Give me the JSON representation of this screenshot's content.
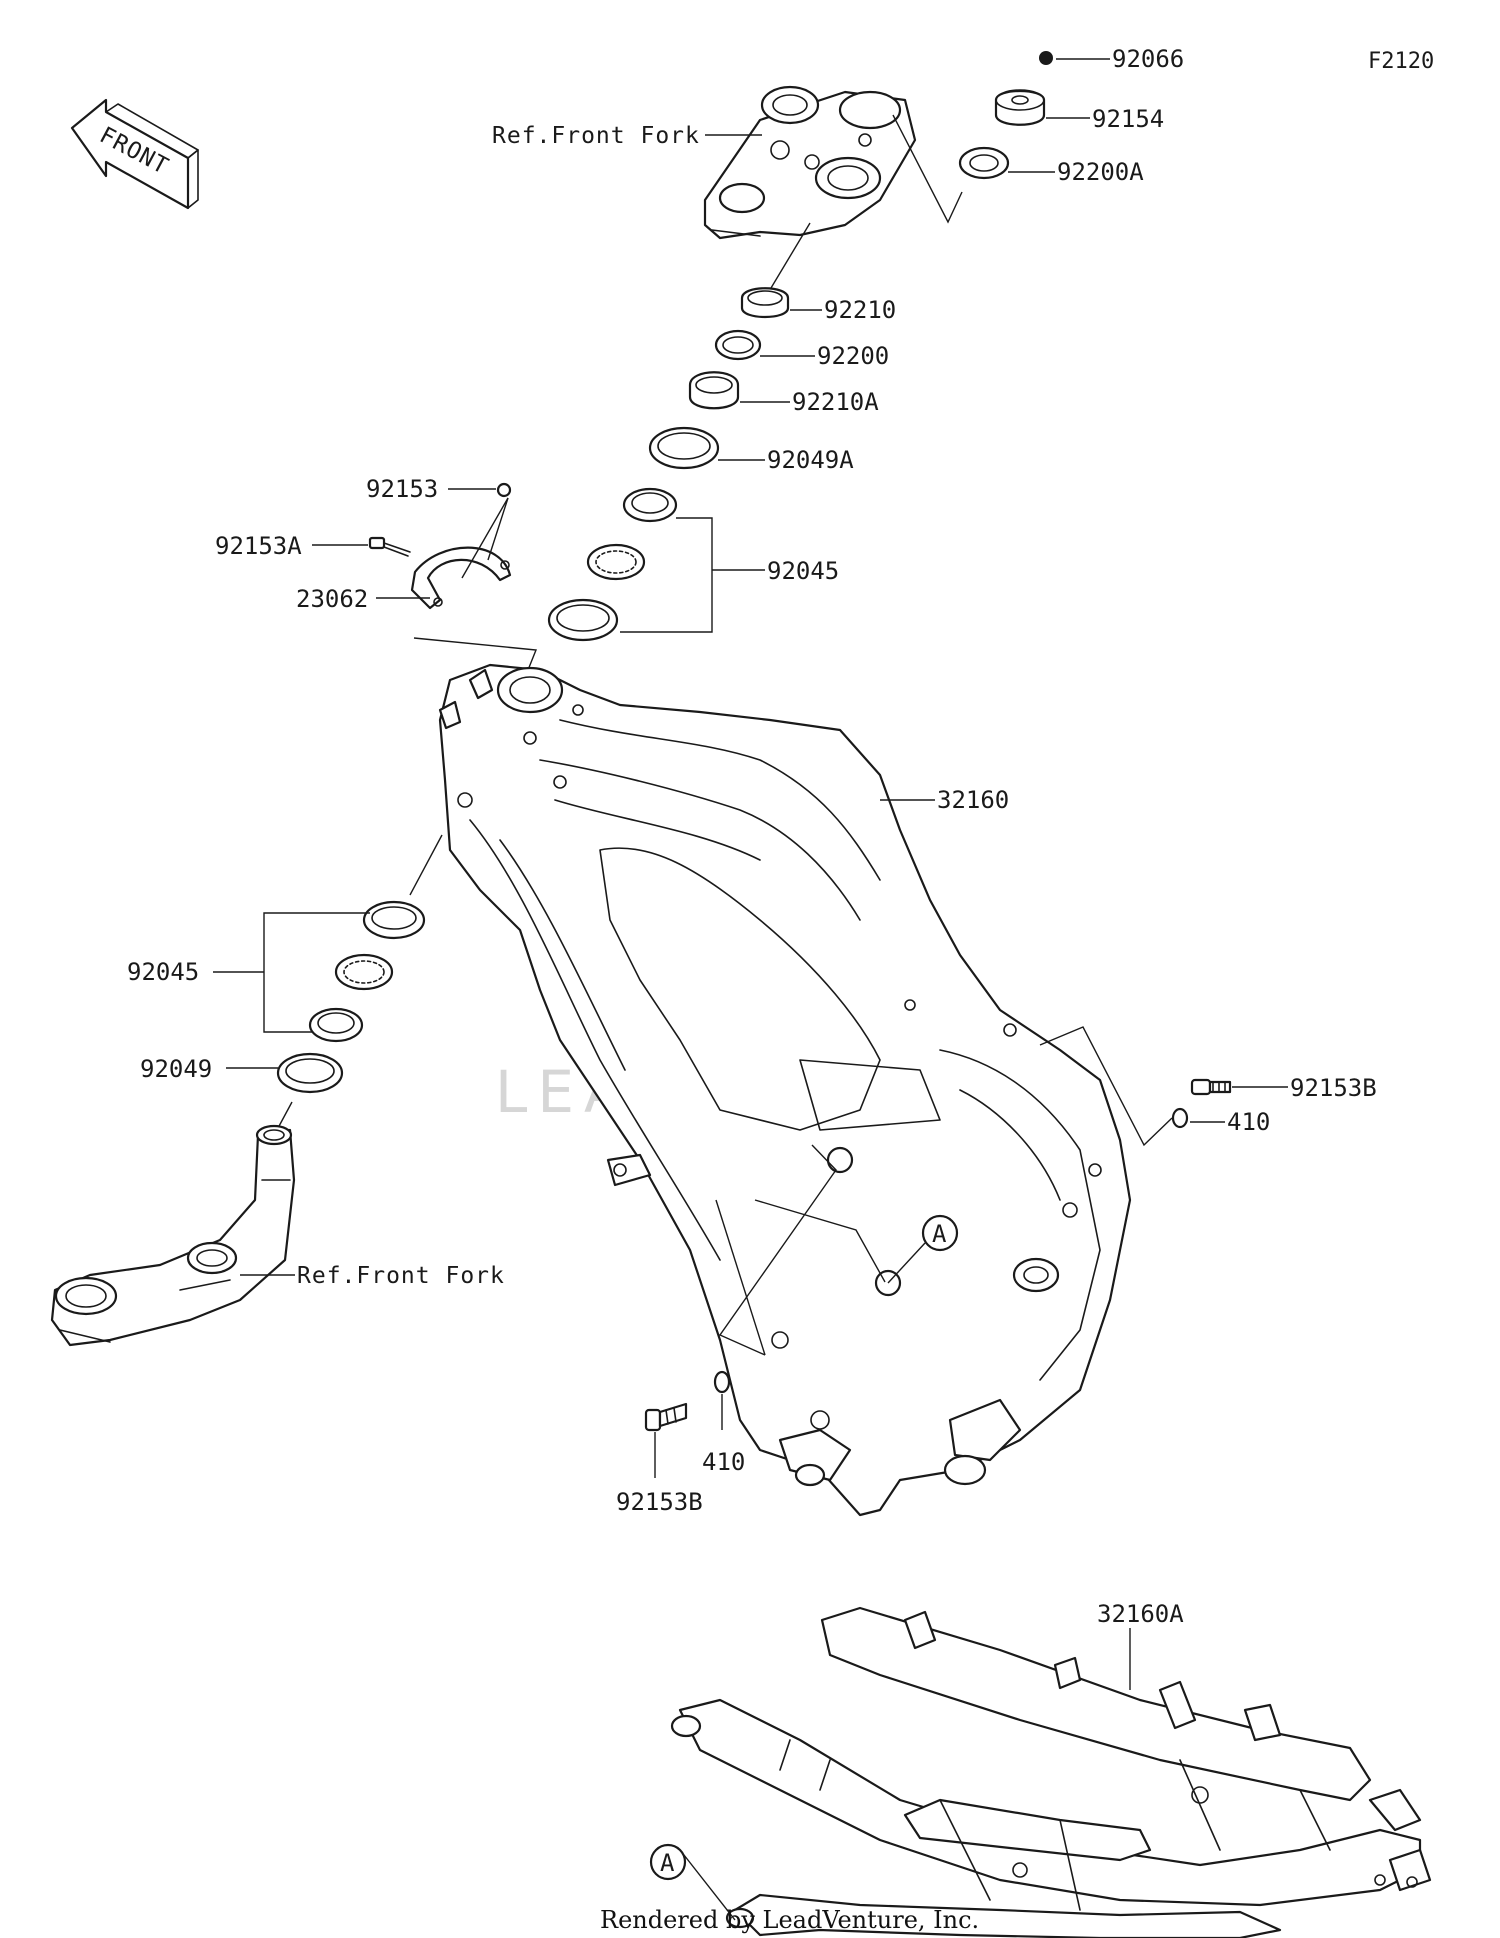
{
  "figure_code": "F2120",
  "front_marker": {
    "text": "FRONT",
    "icon": "front-direction-arrow-icon"
  },
  "watermark": {
    "text": "LEADVENTURE",
    "icon": "leadventure-flame-logo-icon"
  },
  "footer": "Rendered by LeadVenture, Inc.",
  "callout_ref": "A",
  "parts": {
    "p92066": "92066",
    "p92154": "92154",
    "p92200A": "92200A",
    "p92210": "92210",
    "p92200": "92200",
    "p92210A": "92210A",
    "p92049A": "92049A",
    "p92045_upper": "92045",
    "p92153": "92153",
    "p92153A": "92153A",
    "p23062": "23062",
    "p32160": "32160",
    "p92045_lower": "92045",
    "p92049": "92049",
    "p92153B_right": "92153B",
    "p410_right": "410",
    "p410_bottom": "410",
    "p92153B_bottom": "92153B",
    "p32160A": "32160A"
  },
  "references": {
    "upper_bracket": "Ref.Front Fork",
    "lower_bracket": "Ref.Front Fork"
  }
}
